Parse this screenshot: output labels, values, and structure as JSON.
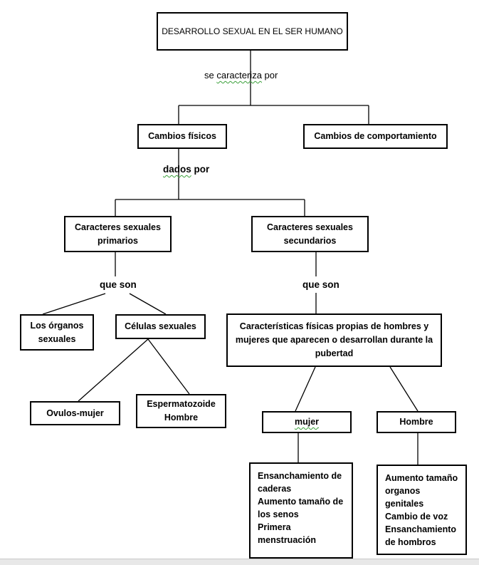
{
  "diagram": {
    "root": "DESARROLLO SEXUAL EN EL SER HUMANO",
    "link_root": {
      "prefix": "se ",
      "word": "caracteriza",
      "suffix": " por"
    },
    "cambios_fisicos": "Cambios físicos",
    "cambios_comportamiento": "Cambios de comportamiento",
    "link_dados_por": {
      "word": "dados",
      "suffix": " por"
    },
    "primarios": "Caracteres sexuales primarios",
    "secundarios": "Caracteres sexuales secundarios",
    "link_que_son_left": "que son",
    "link_que_son_right": "que son",
    "organos": "Los órganos sexuales",
    "celulas": "Células sexuales",
    "ovulos": "Ovulos-mujer",
    "espermatozoide": "Espermatozoide Hombre",
    "caracteristicas": "Características físicas propias de hombres y mujeres que aparecen o desarrollan durante la pubertad",
    "mujer": "mujer",
    "hombre": "Hombre",
    "mujer_list": [
      "Ensanchamiento de caderas",
      "Aumento tamaño de los senos",
      "Primera menstruación"
    ],
    "hombre_list": [
      "Aumento tamaño organos genitales",
      "Cambio de voz",
      "Ensanchamiento de hombros"
    ]
  }
}
